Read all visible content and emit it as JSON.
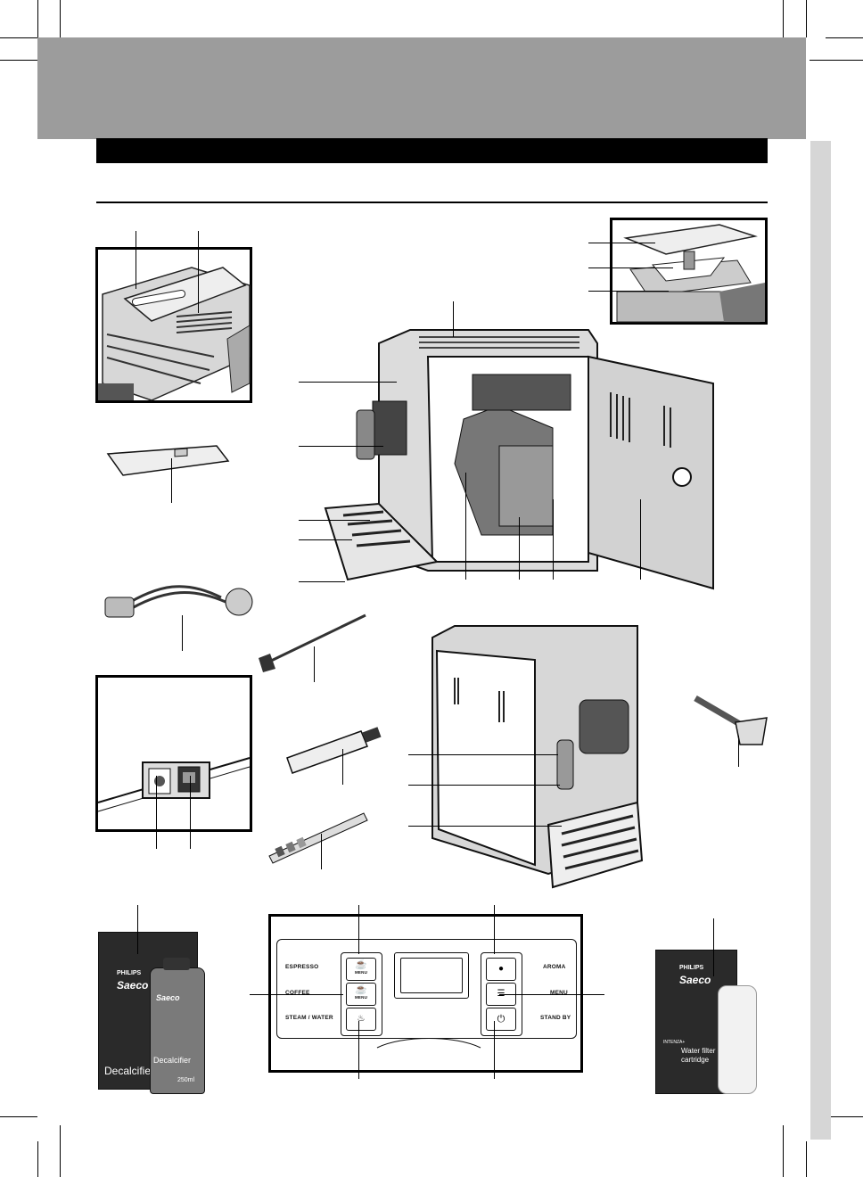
{
  "page": {
    "title_bar_text": "",
    "section_heading": ""
  },
  "control_panel": {
    "left_buttons": [
      {
        "label": "ESPRESSO",
        "sublabel": "MENU"
      },
      {
        "label": "COFFEE",
        "sublabel": "MENU"
      },
      {
        "label": "STEAM / WATER",
        "sublabel": ""
      }
    ],
    "right_buttons": [
      {
        "label": "AROMA"
      },
      {
        "label": "MENU"
      },
      {
        "label": "STAND BY"
      }
    ]
  },
  "products": {
    "decalcifier": {
      "brand_top": "PHILIPS",
      "brand": "Saeco",
      "name": "Decalcifier",
      "bottle_name": "Decalcifier",
      "volume": "250ml"
    },
    "water_filter": {
      "brand_top": "PHILIPS",
      "brand": "Saeco",
      "name_line1": "Water filter",
      "name_line2": "cartridge",
      "band_text": "INTENZA+"
    }
  },
  "colors": {
    "header_band": "#9c9c9c",
    "side_tab": "#d6d6d6",
    "title_bar": "#000000"
  }
}
